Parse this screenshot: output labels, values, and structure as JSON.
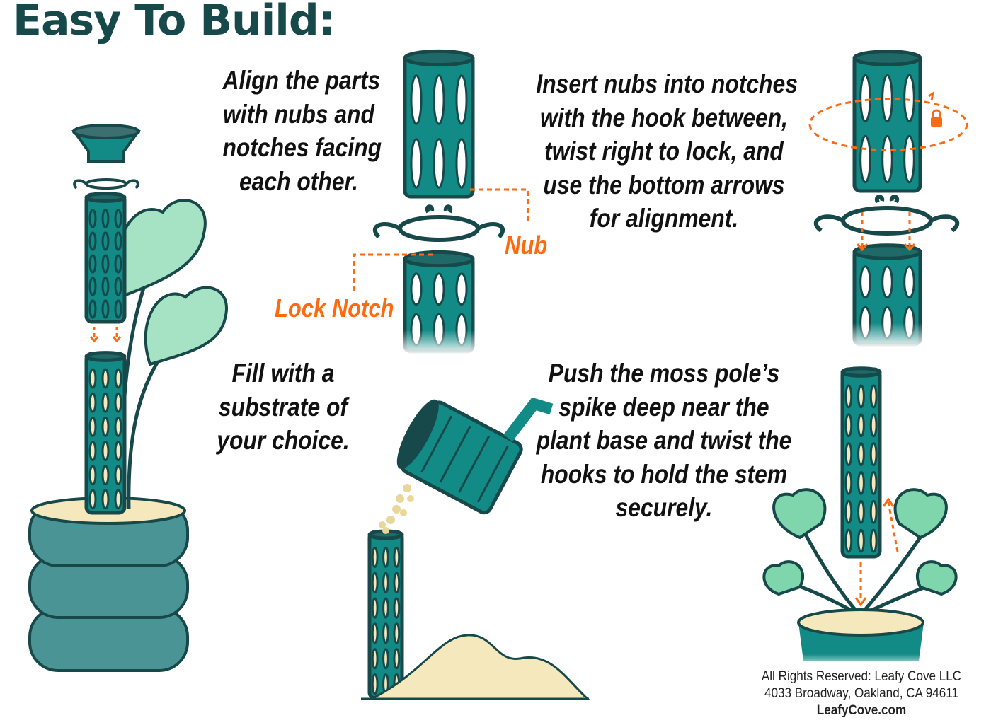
{
  "title": "Easy To Build:",
  "steps": [
    {
      "lines": [
        "Align the parts",
        "with nubs and",
        "notches facing",
        "each other."
      ]
    },
    {
      "lines": [
        "Insert nubs into notches",
        "with the hook between,",
        "twist right to lock, and",
        "use the bottom arrows",
        "for alignment."
      ]
    },
    {
      "lines": [
        "Fill with a",
        "substrate of",
        "your choice."
      ]
    },
    {
      "lines": [
        "Push the moss pole’s",
        "spike deep near the",
        "plant base and twist the",
        "hooks to hold the stem",
        "securely."
      ]
    }
  ],
  "labels": {
    "nub": "Nub",
    "lock_notch": "Lock Notch"
  },
  "footer": {
    "rights": "All Rights Reserved: Leafy Cove LLC",
    "address": "4033 Broadway, Oakland, CA 94611",
    "site": "LeafyCove.com"
  },
  "colors": {
    "dark": "#17494a",
    "teal": "#128a86",
    "mint": "#a6e3c4",
    "orange": "#ff6a10",
    "cream": "#f6e8bd",
    "pot": "#4a9496"
  }
}
